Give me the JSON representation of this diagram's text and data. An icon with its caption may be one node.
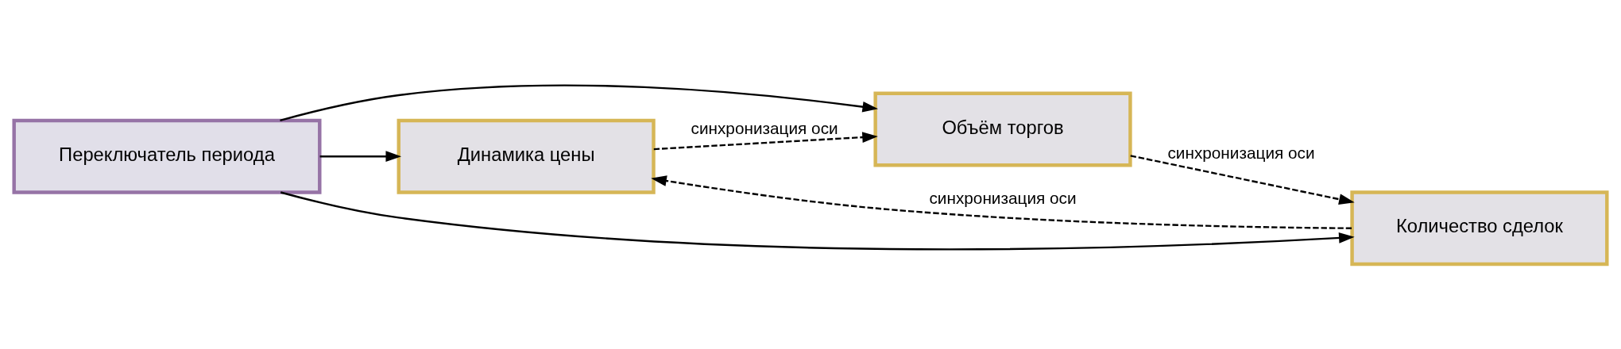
{
  "diagram": {
    "nodes": [
      {
        "text": [
          "Переключатель периода"
        ]
      },
      {
        "text": [
          "Объём торгов"
        ]
      },
      {
        "text": [
          "Количество сделок"
        ]
      },
      {
        "text": [
          "Динамика цены"
        ]
      }
    ],
    "edges": [
      {
        "from": 0,
        "to": 2,
        "arrow": "to"
      },
      {
        "from": 0,
        "to": 1,
        "arrow": "to"
      },
      {
        "from": 0,
        "to": 3,
        "arrow": "to"
      },
      {
        "from": 3,
        "to": 1,
        "arrow": "to",
        "label": "синхронизация оси",
        "style": "dashed"
      },
      {
        "from": 1,
        "to": 2,
        "arrow": "to",
        "label": "синхронизация оси",
        "style": "dashed"
      },
      {
        "from": 2,
        "to": 3,
        "arrow": "to",
        "label": "синхронизация оси",
        "style": "dashed"
      }
    ]
  }
}
